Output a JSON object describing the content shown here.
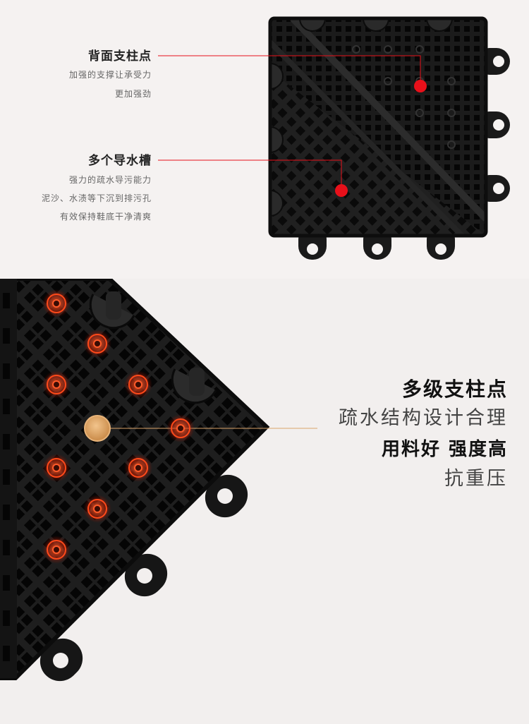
{
  "top_section": {
    "feature1": {
      "title": "背面支柱点",
      "lines": [
        "加强的支撑让承受力",
        "更加强劲"
      ]
    },
    "feature2": {
      "title": "多个导水槽",
      "lines": [
        "强力的疏水导污能力",
        "泥沙、水渍等下沉到排污孔",
        "有效保持鞋底干净清爽"
      ]
    },
    "accent_color": "#e8101a"
  },
  "bottom_section": {
    "heading1": "多级支柱点",
    "sub1": "疏水结构设计合理",
    "heading2": "用料好 强度高",
    "sub2": "抗重压",
    "highlight_color": "#d9a46a",
    "glow_color": "#ff4a1a"
  }
}
